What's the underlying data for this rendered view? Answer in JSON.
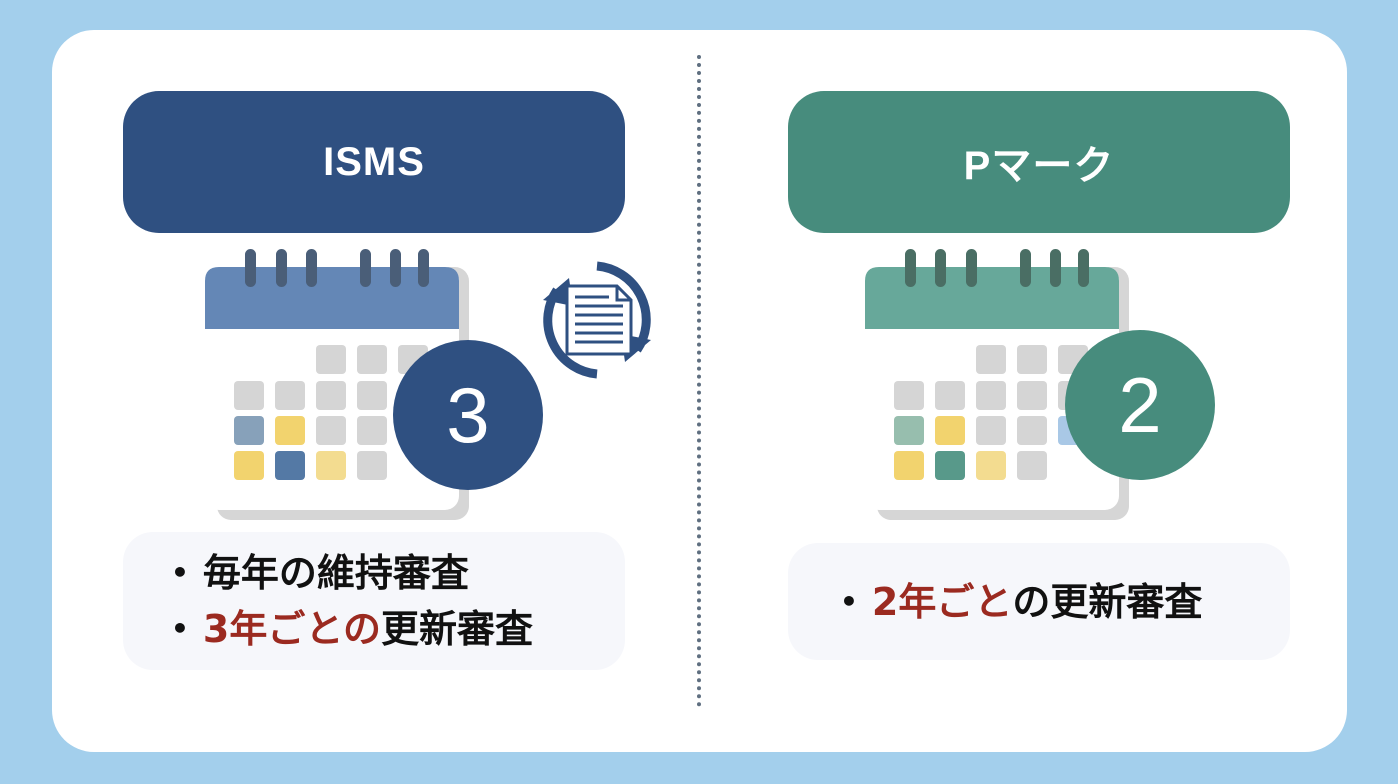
{
  "colors": {
    "background": "#A3CFEC",
    "card": "#FFFFFF",
    "isms_primary": "#2F5081",
    "isms_calendar_top": "#6487B6",
    "pmark_primary": "#478C7D",
    "pmark_calendar_top": "#67A89A",
    "highlight_text": "#9B2A20",
    "textbox_bg": "#F6F7FB",
    "divider": "#5F6F80"
  },
  "isms": {
    "title": "ISMS",
    "badge_number": "3",
    "icons": [
      "calendar-icon",
      "document-refresh-icon"
    ],
    "items": [
      {
        "bullet": "•",
        "highlight": "",
        "text": "毎年の維持審査"
      },
      {
        "bullet": "•",
        "highlight": "3年ごとの",
        "text": "更新審査"
      }
    ]
  },
  "pmark": {
    "title": "Pマーク",
    "badge_number": "2",
    "icons": [
      "calendar-icon"
    ],
    "items": [
      {
        "bullet": "•",
        "highlight": "2年ごと",
        "text": "の更新審査"
      }
    ]
  }
}
